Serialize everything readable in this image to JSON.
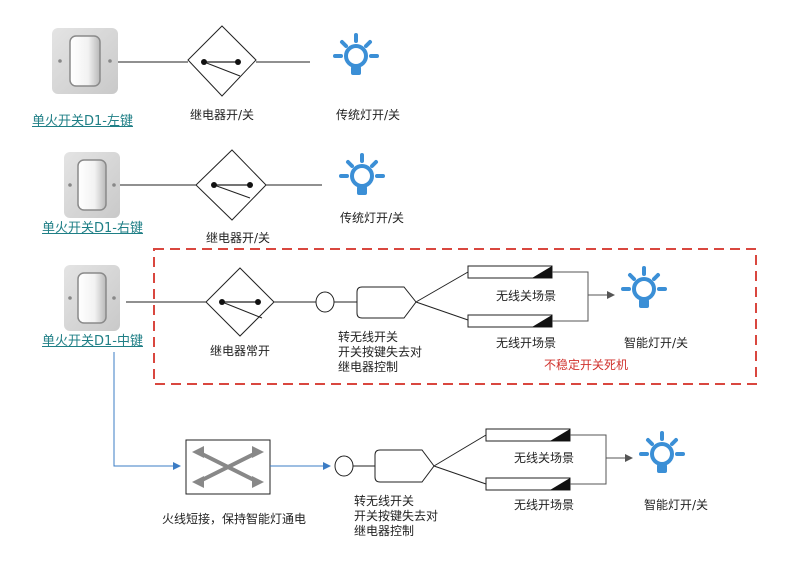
{
  "colors": {
    "line": "#222222",
    "switch_plate": "#d9d9d9",
    "lamp": "#3b8fd6",
    "dashed_box": "#d9473f",
    "arrow_blue": "#3b7cc4",
    "label_link": "#1f7f86",
    "warning_text": "#d0322d"
  },
  "row1": {
    "switch_label": "单火开关D1-左键",
    "relay_label": "继电器开/关",
    "lamp_label": "传统灯开/关"
  },
  "row2": {
    "switch_label": "单火开关D1-右键",
    "relay_label": "继电器开/关",
    "lamp_label": "传统灯开/关"
  },
  "row3": {
    "switch_label": "单火开关D1-中键",
    "relay_label": "继电器常开",
    "module_label": [
      "转无线开关",
      "开关按键失去对",
      "继电器控制"
    ],
    "scene_off": "无线关场景",
    "scene_on": "无线开场景",
    "lamp_label": "智能灯开/关",
    "warning": "不稳定开关死机"
  },
  "row4": {
    "bypass_label": "火线短接，保持智能灯通电",
    "module_label": [
      "转无线开关",
      "开关按键失去对",
      "继电器控制"
    ],
    "scene_off": "无线关场景",
    "scene_on": "无线开场景",
    "lamp_label": "智能灯开/关"
  }
}
